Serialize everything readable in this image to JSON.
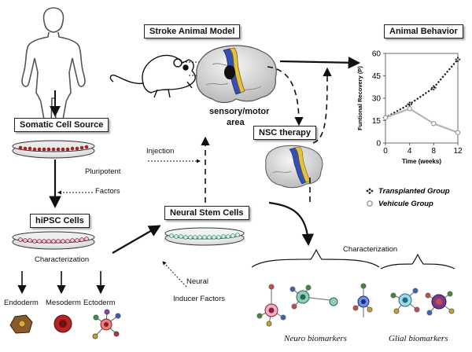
{
  "boxes": {
    "somatic": "Somatic Cell Source",
    "hipsc": "hiPSC Cells",
    "stroke_model": "Stroke Animal Model",
    "nsc": "Neural Stem Cells",
    "nsc_therapy": "NSC therapy",
    "behavior": "Animal Behavior"
  },
  "labels": {
    "pluripotent": "Pluripotent",
    "factors": "Factors",
    "characterization_left": "Characterization",
    "endoderm": "Endoderm",
    "mesoderm": "Mesoderm",
    "ectoderm": "Ectoderm",
    "injection": "Injection",
    "sensory_motor_line1": "sensory/motor",
    "sensory_motor_line2": "area",
    "neural": "Neural",
    "inducer_factors": "Inducer Factors",
    "characterization_right": "Characterization",
    "neuro_biomarkers": "Neuro biomarkers",
    "glial_biomarkers": "Glial biomarkers"
  },
  "chart_data": {
    "type": "line",
    "ylabel": "Funtional Recovery (P)",
    "xlabel": "Time (weeks)",
    "xlim": [
      0,
      12
    ],
    "ylim": [
      0,
      60
    ],
    "xticks": [
      "0",
      "4",
      "8",
      "12"
    ],
    "yticks": [
      "0",
      "15",
      "30",
      "45",
      "60"
    ],
    "series": [
      {
        "name": "Transplanted Group",
        "style": "dotted",
        "color": "#222222",
        "x": [
          0,
          4,
          8,
          12
        ],
        "y": [
          17,
          26,
          37,
          56
        ]
      },
      {
        "name": "Vehicule Group",
        "style": "solid",
        "color": "#b5b5b5",
        "x": [
          0,
          4,
          8,
          12
        ],
        "y": [
          17,
          23,
          13,
          7
        ]
      }
    ]
  }
}
